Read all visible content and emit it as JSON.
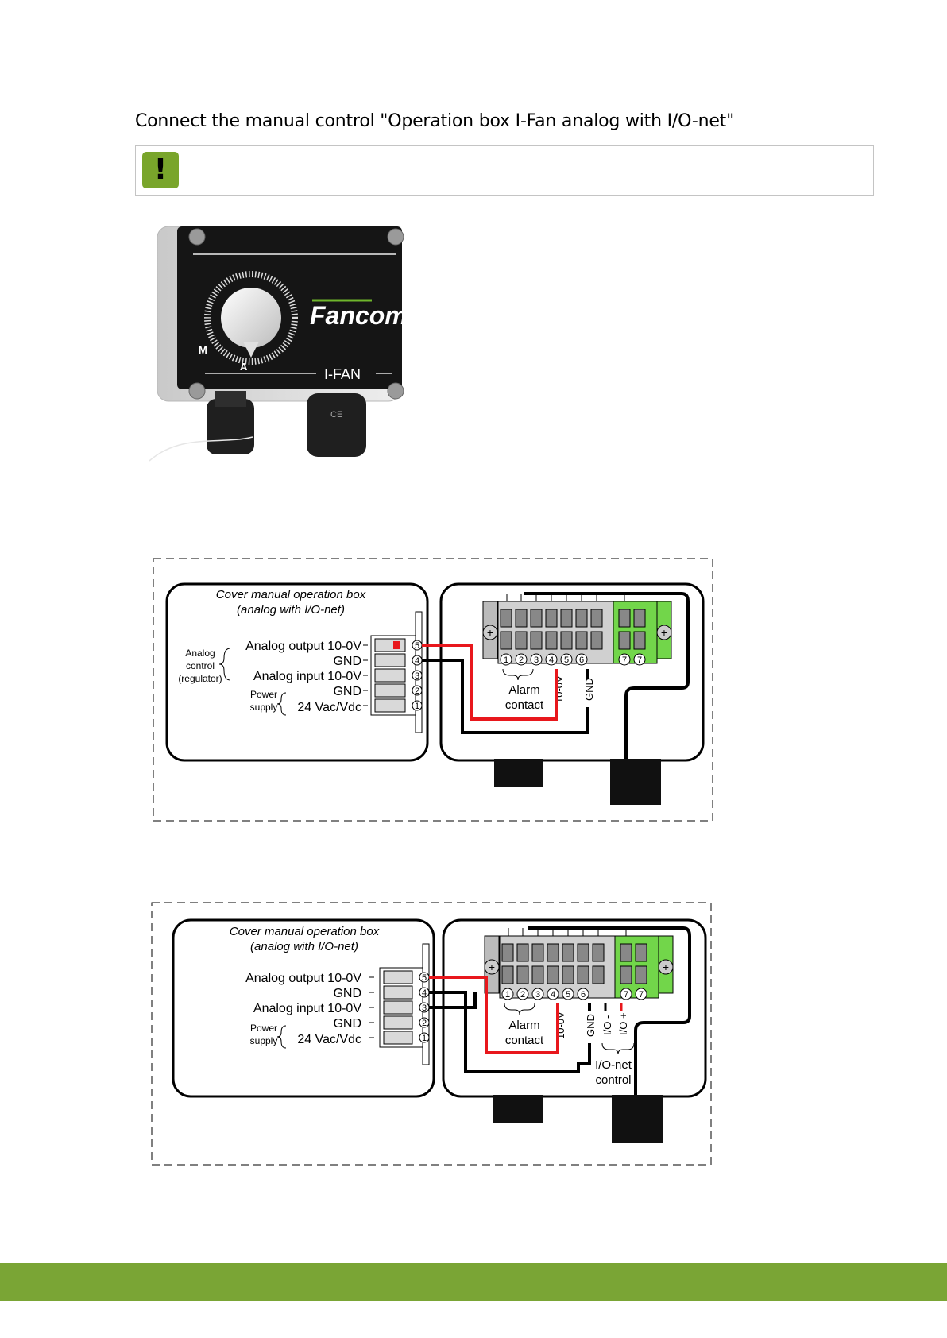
{
  "page": {
    "title": "Connect the manual control \"Operation box I-Fan analog with I/O-net\""
  },
  "colors": {
    "brand_green": "#7aa535",
    "warning_green": "#79a52b",
    "wire_red": "#e8171c",
    "terminal_green": "#72d64a"
  },
  "icons": {
    "warning": "exclamation-icon"
  },
  "photo": {
    "brand": "Fancom",
    "model": "I-FAN",
    "knob_mark_m": "M",
    "knob_mark_a": "A",
    "ce_mark": "CE"
  },
  "diagram1": {
    "cover_title_1": "Cover manual operation box",
    "cover_title_2": "(analog with I/O-net)",
    "labels": [
      "Analog output 10-0V",
      "GND",
      "Analog input 10-0V",
      "GND",
      "24 Vac/Vdc"
    ],
    "terminal_numbers": [
      "5",
      "4",
      "3",
      "2",
      "1"
    ],
    "group_analog": [
      "Analog",
      "control",
      "(regulator)"
    ],
    "group_power": [
      "Power",
      "supply"
    ],
    "board_terminals": [
      "1",
      "2",
      "3",
      "4",
      "5",
      "6",
      "7",
      "7"
    ],
    "alarm": [
      "Alarm",
      "contact"
    ],
    "wire_10v": "10-0V",
    "wire_gnd": "GND"
  },
  "diagram2": {
    "cover_title_1": "Cover manual operation box",
    "cover_title_2": "(analog with I/O-net)",
    "labels": [
      "Analog output 10-0V",
      "GND",
      "Analog input 10-0V",
      "GND",
      "24 Vac/Vdc"
    ],
    "terminal_numbers": [
      "5",
      "4",
      "3",
      "2",
      "1"
    ],
    "group_power": [
      "Power",
      "supply"
    ],
    "board_terminals": [
      "1",
      "2",
      "3",
      "4",
      "5",
      "6",
      "7",
      "7"
    ],
    "alarm": [
      "Alarm",
      "contact"
    ],
    "wire_10v": "10-0V",
    "wire_gnd": "GND",
    "io_minus": "I/O -",
    "io_plus": "I/O +",
    "ionet": [
      "I/O-net",
      "control"
    ]
  }
}
